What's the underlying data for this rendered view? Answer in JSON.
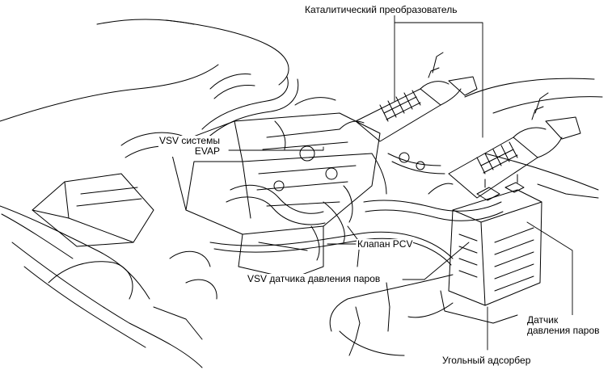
{
  "labels": {
    "catalytic_converter": "Каталитический преобразователь",
    "vsv_evap": "VSV системы\nEVAP",
    "pcv_valve": "Клапан PCV",
    "vsv_pressure_sensor": "VSV датчика давления паров",
    "vapor_pressure_sensor": "Датчик\nдавления паров",
    "charcoal_canister": "Угольный адсорбер"
  },
  "colors": {
    "ink": "#000000",
    "paper": "#ffffff"
  }
}
